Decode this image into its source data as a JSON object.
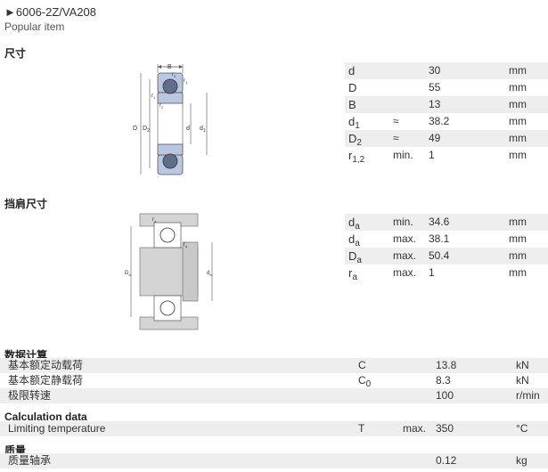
{
  "header": {
    "arrow": "►",
    "title": "6006-2Z/VA208",
    "subtitle": "Popular item"
  },
  "sections": {
    "dimensions": "尺寸",
    "abutment": "挡肩尺寸",
    "calc": "数据计算",
    "calc_en": "Calculation data",
    "mass": "质量"
  },
  "dimensions": [
    {
      "sym": "d",
      "sub": "",
      "qual": "",
      "value": "30",
      "unit": "mm"
    },
    {
      "sym": "D",
      "sub": "",
      "qual": "",
      "value": "55",
      "unit": "mm"
    },
    {
      "sym": "B",
      "sub": "",
      "qual": "",
      "value": "13",
      "unit": "mm"
    },
    {
      "sym": "d",
      "sub": "1",
      "qual": "≈",
      "value": "38.2",
      "unit": "mm"
    },
    {
      "sym": "D",
      "sub": "2",
      "qual": "≈",
      "value": "49",
      "unit": "mm"
    },
    {
      "sym": "r",
      "sub": "1,2",
      "qual": "min.",
      "value": "1",
      "unit": "mm"
    }
  ],
  "abutment": [
    {
      "sym": "d",
      "sub": "a",
      "qual": "min.",
      "value": "34.6",
      "unit": "mm"
    },
    {
      "sym": "d",
      "sub": "a",
      "qual": "max.",
      "value": "38.1",
      "unit": "mm"
    },
    {
      "sym": "D",
      "sub": "a",
      "qual": "max.",
      "value": "50.4",
      "unit": "mm"
    },
    {
      "sym": "r",
      "sub": "a",
      "qual": "max.",
      "value": "1",
      "unit": "mm"
    }
  ],
  "calc": [
    {
      "label": "基本额定动载荷",
      "sym": "C",
      "sub": "",
      "qual": "",
      "value": "13.8",
      "unit": "kN"
    },
    {
      "label": "基本额定静载荷",
      "sym": "C",
      "sub": "0",
      "qual": "",
      "value": "8.3",
      "unit": "kN"
    },
    {
      "label": "极限转速",
      "sym": "",
      "sub": "",
      "qual": "",
      "value": "100",
      "unit": "r/min"
    }
  ],
  "calc_en": [
    {
      "label": "Limiting temperature",
      "sym": "T",
      "sub": "",
      "qual": "max.",
      "value": "350",
      "unit": "°C"
    }
  ],
  "mass": [
    {
      "label": "质量轴承",
      "sym": "",
      "sub": "",
      "qual": "",
      "value": "0.12",
      "unit": "kg"
    }
  ],
  "diagram1_labels": {
    "B": "B",
    "r1": "r",
    "r1_sub": "1",
    "r2": "r",
    "r2_sub": "2",
    "D": "D",
    "D2": "D",
    "D2_sub": "2",
    "d": "d",
    "d1": "d",
    "d1_sub": "1"
  },
  "diagram2_labels": {
    "ra": "r",
    "ra_sub": "a",
    "Da": "D",
    "Da_sub": "a",
    "da": "d",
    "da_sub": "a"
  },
  "colors": {
    "ring": "#b9c7df",
    "ball": "#5f6f8a",
    "housing": "#d4d4d4",
    "line": "#555555",
    "stripe": "#eeeeee"
  }
}
